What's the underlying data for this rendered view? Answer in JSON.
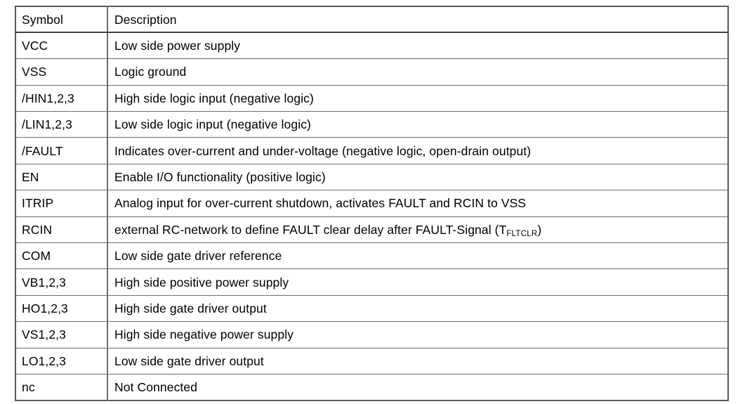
{
  "table": {
    "name": "pin-description-table",
    "columns": [
      "Symbol",
      "Description"
    ],
    "header": {
      "symbol": "Symbol",
      "description": "Description"
    },
    "rows": [
      {
        "symbol": "VCC",
        "description": "Low side power supply"
      },
      {
        "symbol": "VSS",
        "description": "Logic ground"
      },
      {
        "symbol": "/HIN1,2,3",
        "description": "High side logic input (negative logic)"
      },
      {
        "symbol": "/LIN1,2,3",
        "description": "Low side logic input (negative logic)"
      },
      {
        "symbol": "/FAULT",
        "description": "Indicates over-current and under-voltage (negative logic, open-drain output)"
      },
      {
        "symbol": "EN",
        "description": "Enable I/O functionality (positive logic)"
      },
      {
        "symbol": "ITRIP",
        "description": "Analog input for over-current shutdown, activates FAULT and RCIN to VSS"
      },
      {
        "symbol": "RCIN",
        "description": "external RC-network to define FAULT clear delay after FAULT-Signal (T",
        "description_sub": "FLTCLR",
        "description_tail": ")"
      },
      {
        "symbol": "COM",
        "description": "Low side gate driver reference"
      },
      {
        "symbol": "VB1,2,3",
        "description": "High side positive power supply"
      },
      {
        "symbol": "HO1,2,3",
        "description": "High side gate driver output"
      },
      {
        "symbol": "VS1,2,3",
        "description": "High side negative power supply"
      },
      {
        "symbol": "LO1,2,3",
        "description": "Low side gate driver output"
      },
      {
        "symbol": "nc",
        "description": "Not Connected"
      }
    ]
  },
  "colors": {
    "text": "#000000",
    "background": "#ffffff",
    "border_outer": "#58595b",
    "border_inner": "#6d6e71",
    "border_header": "#404042"
  }
}
